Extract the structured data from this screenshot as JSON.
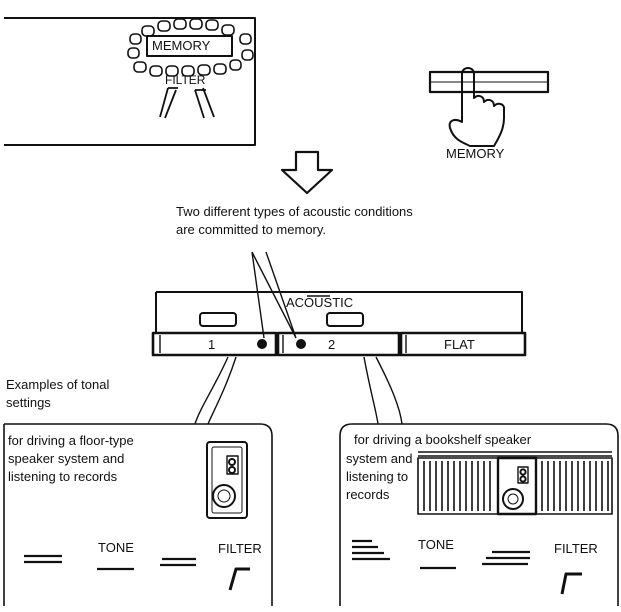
{
  "panel_top": {
    "memory_label": "MEMORY",
    "filter_label": "FILTER"
  },
  "memory_button_caption": "MEMORY",
  "caption_memory_line1": "Two different types of acoustic conditions",
  "caption_memory_line2": "are committed to memory.",
  "acoustic_panel": {
    "title": "ACOUSTIC",
    "buttons": [
      {
        "label": "1"
      },
      {
        "label": "2"
      },
      {
        "label": "FLAT"
      }
    ]
  },
  "examples_label_line1": "Examples of tonal",
  "examples_label_line2": "settings",
  "left_box": {
    "line1": "for driving a floor-type",
    "line2": "speaker system and",
    "line3": "listening to records",
    "tone_label": "TONE",
    "filter_label": "FILTER"
  },
  "right_box": {
    "line1": "for driving a bookshelf speaker",
    "line2": "system and",
    "line3": "listening to",
    "line4": "records",
    "tone_label": "TONE",
    "filter_label": "FILTER"
  }
}
